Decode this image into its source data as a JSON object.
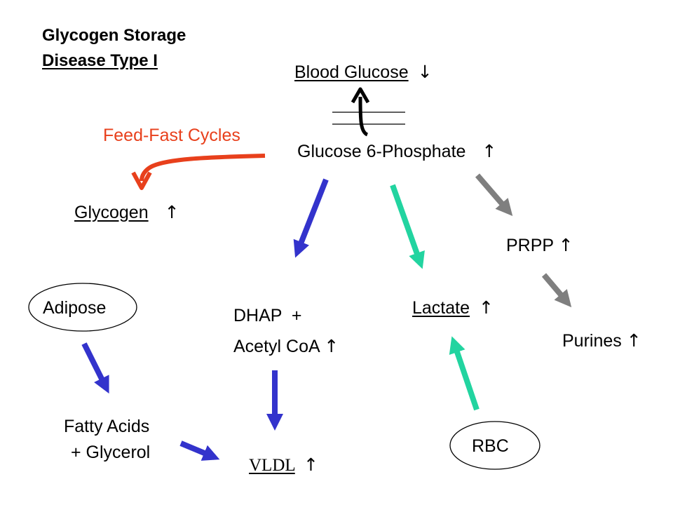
{
  "title": {
    "line1": "Glycogen Storage",
    "line2": "Disease Type I"
  },
  "labels": {
    "blood_glucose": "Blood Glucose",
    "g6p": "Glucose 6-Phosphate",
    "feed_fast": "Feed-Fast Cycles",
    "glycogen": "Glycogen",
    "prpp": "PRPP",
    "purines": "Purines",
    "lactate": "Lactate",
    "dhap": "DHAP  +",
    "acetyl_coa": "Acetyl CoA",
    "fatty_acids": "Fatty Acids",
    "glycerol": "+ Glycerol",
    "vldl": "VLDL",
    "adipose": "Adipose",
    "rbc": "RBC"
  },
  "symbols": {
    "up": "↑",
    "down": "↓"
  },
  "colors": {
    "feed_fast_red": "#e8401c",
    "lipid_blue": "#3333cc",
    "lactate_teal": "#22d4a0",
    "purine_gray": "#7f7f7f",
    "text": "#000000"
  }
}
